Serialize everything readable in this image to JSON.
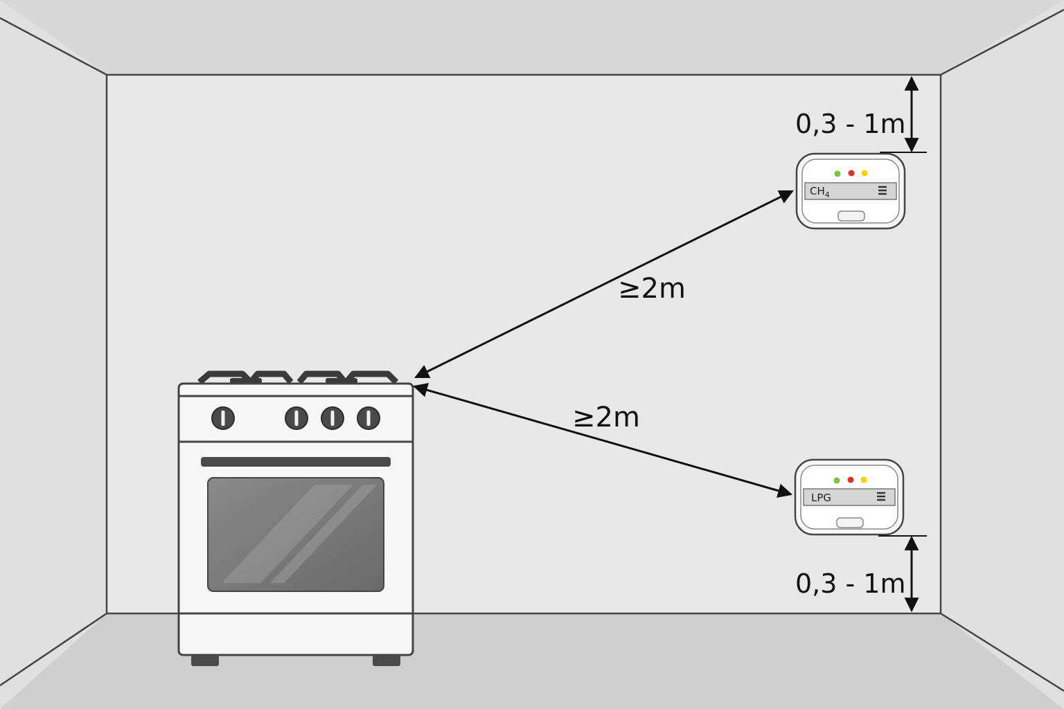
{
  "colors": {
    "wall_back": "#e8e8e8",
    "wall_side": "#e0e0e0",
    "ceiling": "#d8d8d8",
    "floor": "#cfcfcf",
    "outline": "#444444",
    "led_green": "#7dc242",
    "led_red": "#d9342b",
    "led_yellow": "#f2d500"
  },
  "top_detector": {
    "label": "CH",
    "subscript": "4",
    "clearance_label": "0,3 - 1m",
    "distance_label": "≥2m"
  },
  "bottom_detector": {
    "label": "LPG",
    "clearance_label": "0,3 - 1m",
    "distance_label": "≥2m"
  },
  "icons": {
    "stove": "gas-stove-icon",
    "detector": "gas-detector-icon"
  }
}
